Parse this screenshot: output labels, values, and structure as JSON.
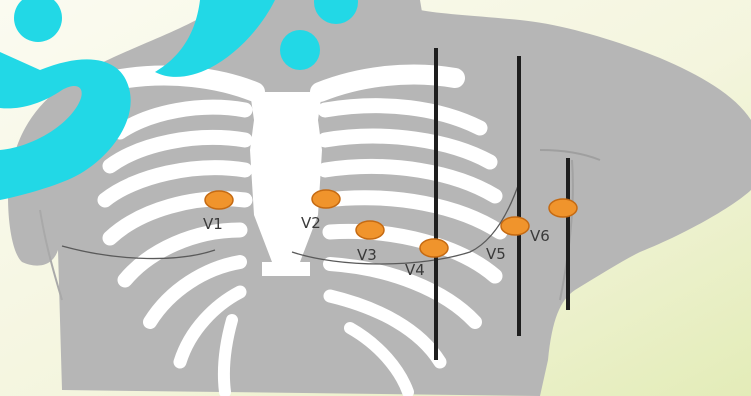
{
  "diagram": {
    "leads": [
      {
        "id": "v1",
        "label": "V1"
      },
      {
        "id": "v2",
        "label": "V2"
      },
      {
        "id": "v3",
        "label": "V3"
      },
      {
        "id": "v4",
        "label": "V4"
      },
      {
        "id": "v5",
        "label": "V5"
      },
      {
        "id": "v6",
        "label": "V6"
      }
    ],
    "colors": {
      "background_light": "#fbfbf1",
      "background_green": "#e3ecb8",
      "torso": "#b6b6b6",
      "ribs": "#ffffff",
      "electrode_fill": "#f0942c",
      "electrode_stroke": "#c56a12",
      "reference_lines": "#1e1e1e",
      "watermark": "#22d8e6"
    }
  }
}
